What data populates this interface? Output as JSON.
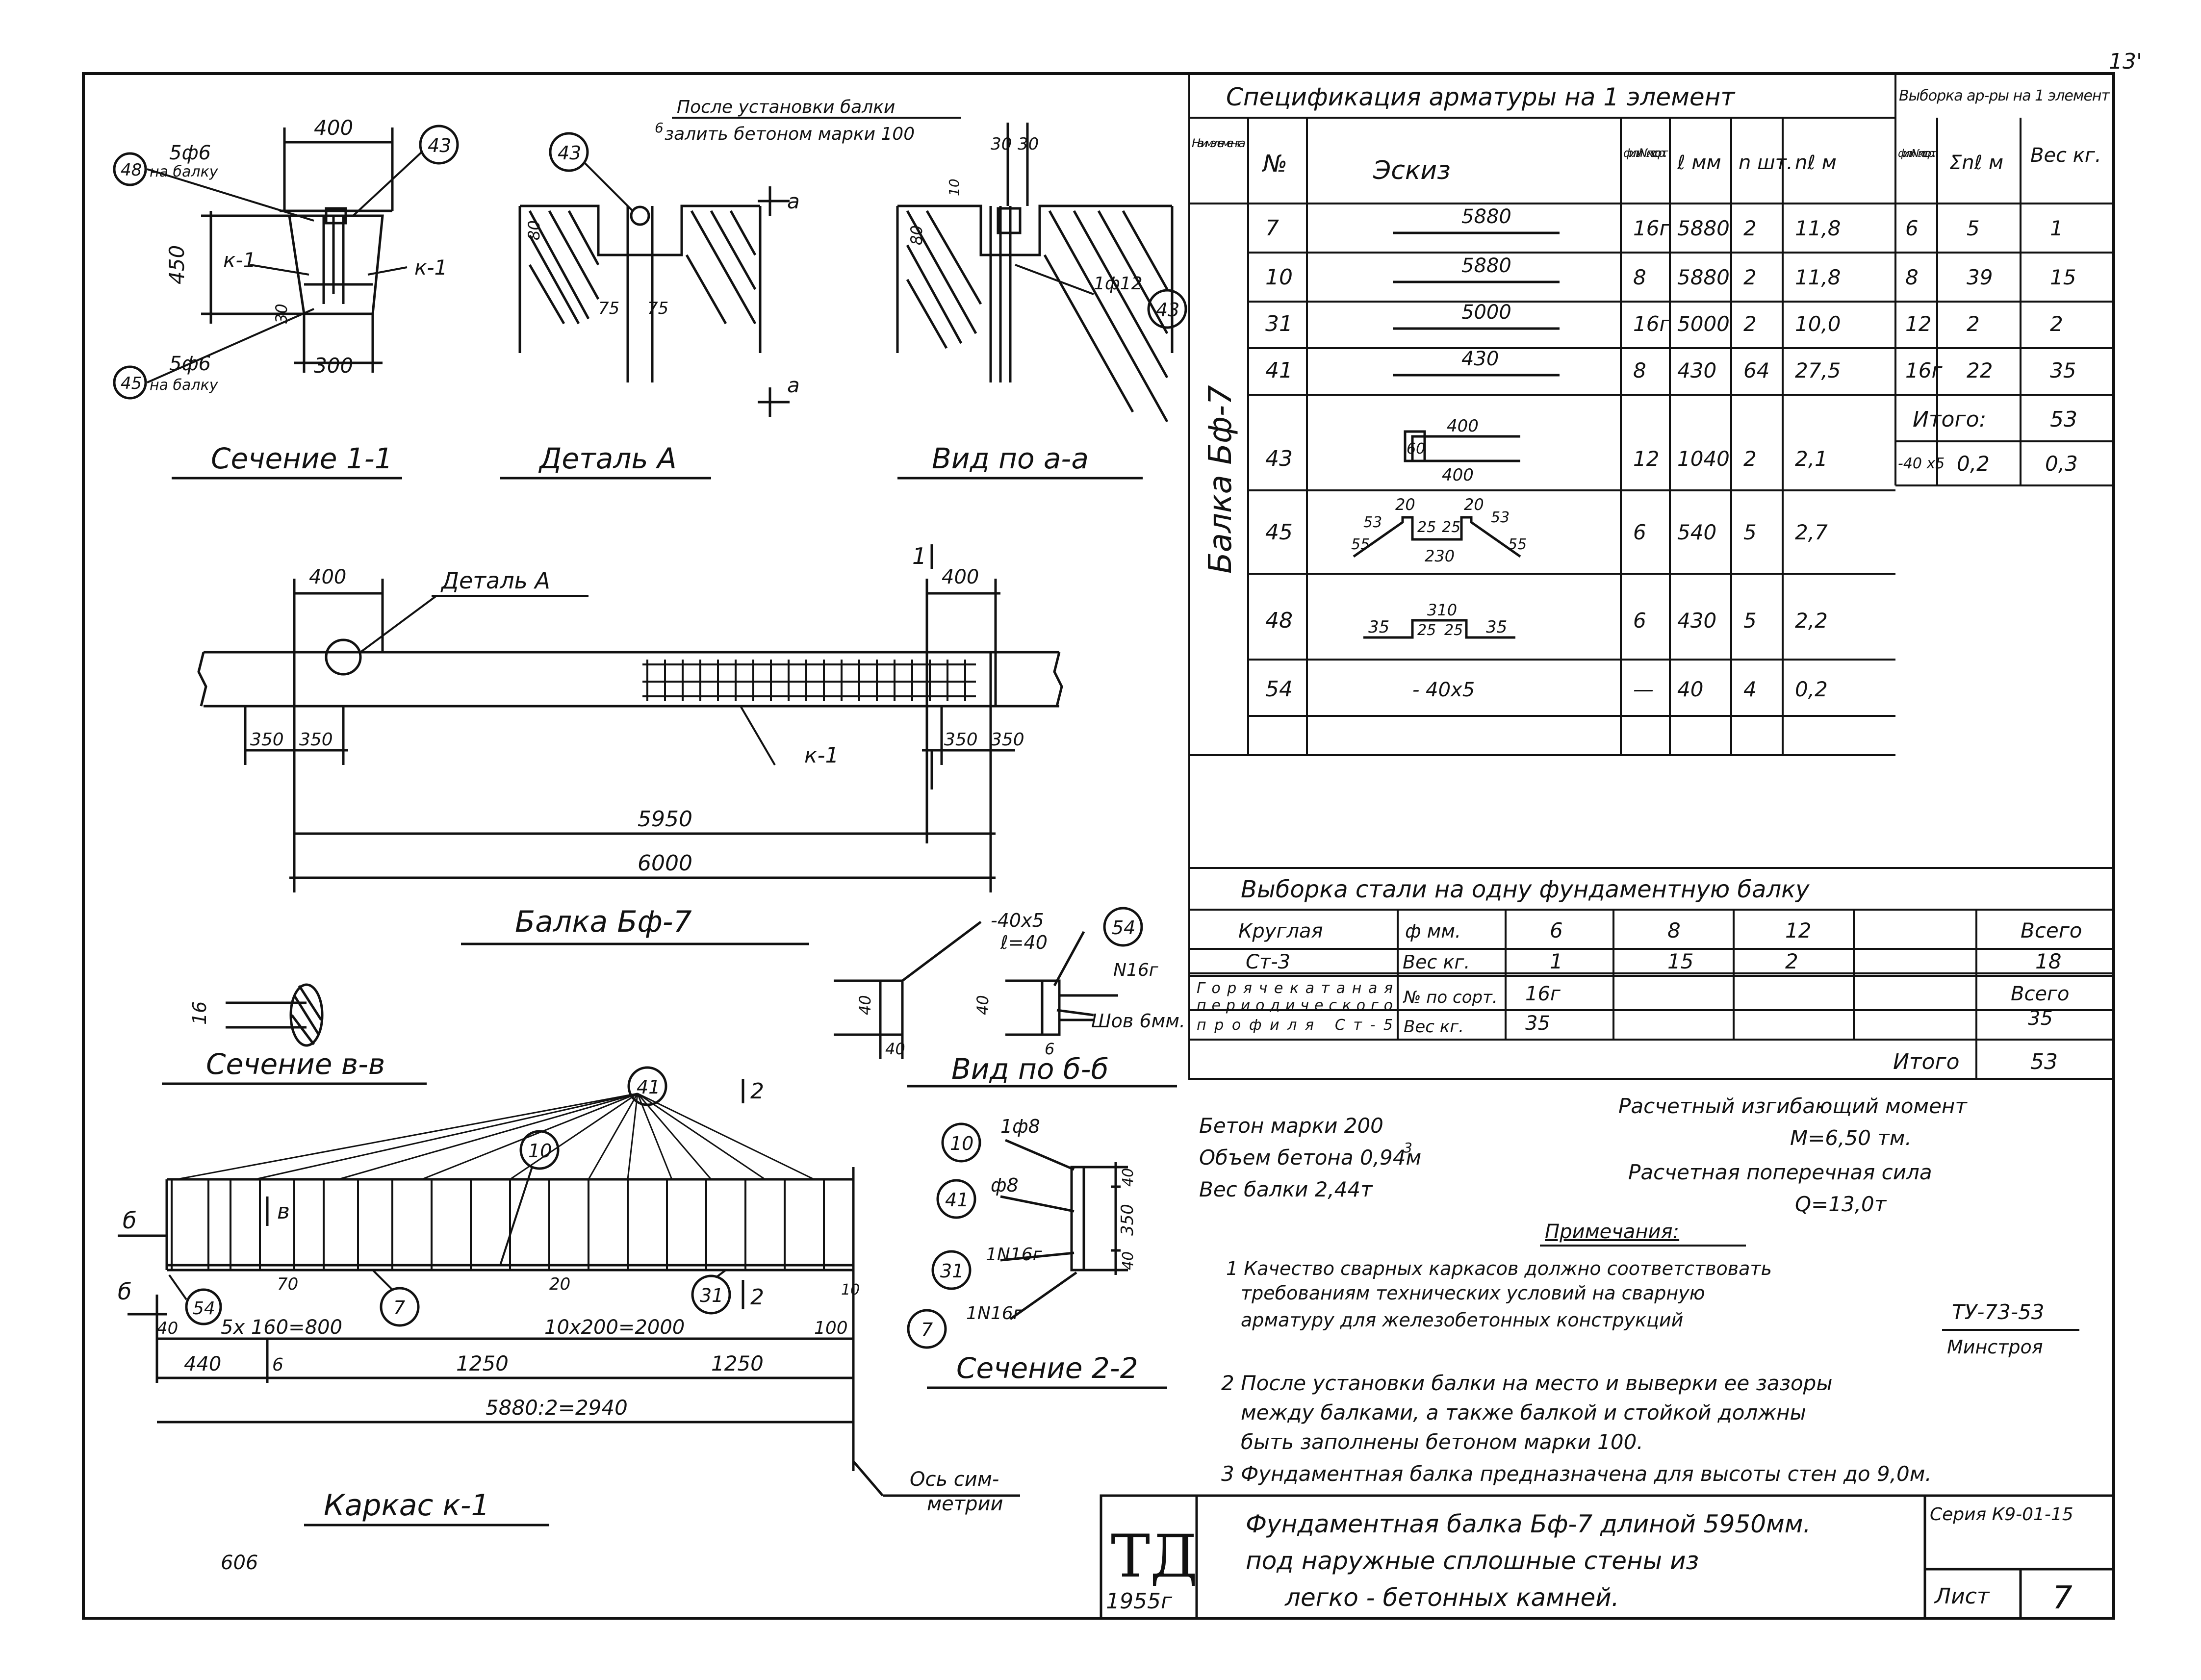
{
  "page_corner_number": "13'",
  "bottom_left_number": "606",
  "spec": {
    "title": "Спецификация арматуры на 1 элемент",
    "selection_title": "Выборка ар-ры на 1 элемент",
    "headers": {
      "element": "Наим. эле- мен- та",
      "no": "№",
      "sketch": "Эскиз",
      "dia": "ф или № по сорт.",
      "len": "ℓ мм",
      "n": "n шт.",
      "nl": "nℓ м",
      "sel_dia": "ф или № по сорт.",
      "sel_len": "Σnℓ м",
      "sel_wt": "Вес кг."
    },
    "element_name": "Балка Бф-7",
    "rows": [
      {
        "no": "7",
        "sketch": "5880",
        "dia": "16г",
        "len": "5880",
        "n": "2",
        "nl": "11,8"
      },
      {
        "no": "10",
        "sketch": "5880",
        "dia": "8",
        "len": "5880",
        "n": "2",
        "nl": "11,8"
      },
      {
        "no": "31",
        "sketch": "5000",
        "dia": "16г",
        "len": "5000",
        "n": "2",
        "nl": "10,0"
      },
      {
        "no": "41",
        "sketch": "430",
        "dia": "8",
        "len": "430",
        "n": "64",
        "nl": "27,5"
      },
      {
        "no": "43",
        "sketch": "",
        "dia": "12",
        "len": "1040",
        "n": "2",
        "nl": "2,1"
      },
      {
        "no": "45",
        "sketch": "",
        "dia": "6",
        "len": "540",
        "n": "5",
        "nl": "2,7"
      },
      {
        "no": "48",
        "sketch": "",
        "dia": "6",
        "len": "430",
        "n": "5",
        "nl": "2,2"
      },
      {
        "no": "54",
        "sketch": "- 40x5",
        "dia": "—",
        "len": "40",
        "n": "4",
        "nl": "0,2"
      }
    ],
    "sketch43": {
      "a": "400",
      "b": "60",
      "c": "400"
    },
    "sketch45": {
      "a": "20",
      "b": "20",
      "c": "53",
      "d": "25",
      "e": "25",
      "f": "53",
      "g": "55",
      "h": "55",
      "i": "230"
    },
    "sketch48": {
      "a": "310",
      "b": "35",
      "c": "25",
      "d": "25",
      "e": "35"
    },
    "selection_rows": [
      {
        "dia": "6",
        "len": "5",
        "wt": "1"
      },
      {
        "dia": "8",
        "len": "39",
        "wt": "15"
      },
      {
        "dia": "12",
        "len": "2",
        "wt": "2"
      },
      {
        "dia": "16г",
        "len": "22",
        "wt": "35"
      }
    ],
    "selection_total_label": "Итого:",
    "selection_total": "53",
    "selection_strip": {
      "dia": "-40 x5",
      "len": "0,2",
      "wt": "0,3"
    }
  },
  "steel": {
    "title": "Выборка стали на одну фундаментную балку",
    "round_label": "Круглая",
    "round_grade": "Ст-3",
    "dia_label": "ф мм.",
    "weight_label": "Вес кг.",
    "round_dias": [
      "6",
      "8",
      "12",
      ""
    ],
    "round_weights": [
      "1",
      "15",
      "2",
      ""
    ],
    "total_label": "Всего",
    "round_total": "18",
    "hot_label_1": "Горячекатаная",
    "hot_label_2": "периодического",
    "hot_label_3": "профиля Ст-5",
    "no_sort_label": "№ по сорт.",
    "hot_no": "16г",
    "hot_weight": "35",
    "hot_total_label": "Всего",
    "hot_total": "35",
    "grand_total_label": "Итого",
    "grand_total": "53"
  },
  "notes_left": {
    "concrete": "Бетон марки 200",
    "volume": "Объем бетона 0,94м",
    "volume_sup": "3",
    "weight": "Вес балки 2,44т"
  },
  "notes_right": {
    "moment_label": "Расчетный изгибающий момент",
    "moment_value": "M=6,50 тм.",
    "shear_label": "Расчетная поперечная сила",
    "shear_value": "Q=13,0т"
  },
  "remarks": {
    "title": "Примечания:",
    "n1_a": "1 Качество сварных каркасов должно соответствовать",
    "n1_b": "требованиям технических условий на сварную",
    "n1_c": "арматуру для железобетонных конструкций",
    "tu": "ТУ-73-53",
    "ministry": "Минстроя",
    "n2_a": "2 После установки балки на место и выверки ее зазоры",
    "n2_b": "между балками, а также балкой и стойкой должны",
    "n2_c": "быть заполнены бетоном марки 100.",
    "n3": "3 Фундаментная балка предназначена для высоты стен до 9,0м."
  },
  "stamp": {
    "logo": "ТД",
    "year": "1955г",
    "title_1": "Фундаментная балка Бф-7 длиной 5950мм.",
    "title_2": "под наружные сплошные стены из",
    "title_3": "легко - бетонных камней.",
    "series": "Серия К9-01-15",
    "sheet_label": "Лист",
    "sheet_no": "7"
  },
  "drawings": {
    "section11": {
      "caption": "Сечение 1-1",
      "top_dim": "400",
      "bot_dim": "300",
      "height": "450",
      "dim30": "30",
      "k1a": "к-1",
      "k1b": "к-1",
      "call48": "48",
      "call43": "43",
      "call45": "45",
      "top_bars": "5ф6",
      "top_bars_note": "на балку",
      "bot_bars": "5ф6",
      "bot_bars_note": "на балку"
    },
    "detailA": {
      "caption": "Деталь А",
      "note1": "После установки балки",
      "note2": "залить бетоном марки 100",
      "dim6": "6",
      "dim80": "80",
      "dim75a": "75",
      "dim75b": "75",
      "call43": "43",
      "arrow": "а"
    },
    "viewAA": {
      "caption": "Вид по а-а",
      "d30a": "30",
      "d30b": "30",
      "d10": "10",
      "d80": "80",
      "bar": "1ф12",
      "call43": "43"
    },
    "beam": {
      "caption": "Балка Бф-7",
      "detail_label": "Деталь А",
      "d400a": "400",
      "d400b": "400",
      "d350a": "350",
      "d350b": "350",
      "d350c": "350",
      "d350d": "350",
      "k1": "к-1",
      "d5950": "5950",
      "d6000": "6000",
      "mark1": "1"
    },
    "sectionBB": {
      "caption": "Сечение в-в",
      "d16": "16"
    },
    "viewBB": {
      "caption": "Вид по б-б",
      "strip": "-40x5",
      "strip_len": "ℓ=40",
      "call54": "54",
      "d40a": "40",
      "d40b": "40",
      "d40c": "40",
      "d6": "6",
      "bar": "N16г",
      "weld": "Шов 6мм."
    },
    "frame": {
      "caption": "Каркас к-1",
      "call41": "41",
      "call10": "10",
      "call7": "7",
      "call31": "31",
      "call54": "54",
      "mark_b": "б",
      "mark_v": "в",
      "mark2": "2",
      "d70": "70",
      "d20": "20",
      "d10": "10",
      "d40": "40",
      "d100": "100",
      "pitch1": "5x 160=800",
      "pitch2": "10x200=2000",
      "d440": "440",
      "d6": "6",
      "d1250a": "1250",
      "d1250b": "1250",
      "half": "5880:2=2940",
      "axis": "Ось сим-",
      "axis2": "метрии"
    },
    "section22": {
      "caption": "Сечение 2-2",
      "c10": "10",
      "c41": "41",
      "c31": "31",
      "c7": "7",
      "l10": "1ф8",
      "l41": "ф8",
      "l31": "1N16г",
      "l7": "1N16г",
      "d40a": "40",
      "d350": "350",
      "d40b": "40"
    }
  }
}
